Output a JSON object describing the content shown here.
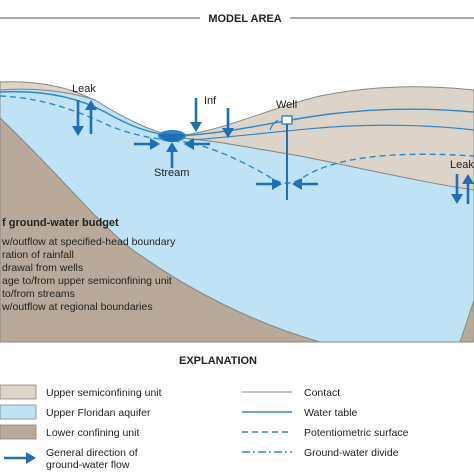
{
  "header": {
    "title": "MODEL AREA"
  },
  "cross_section": {
    "labels": {
      "leak_left": "Leak",
      "inf": "Inf",
      "well": "Well",
      "stream": "Stream",
      "leak_right": "Leak"
    }
  },
  "budget": {
    "title": "f ground-water budget",
    "items": [
      "w/outflow at specified-head boundary",
      "ration of rainfall",
      "drawal from wells",
      "age to/from upper semiconfining unit",
      "to/from streams",
      "w/outflow at regional boundaries"
    ]
  },
  "explanation": {
    "title": "EXPLANATION",
    "units": [
      {
        "label": "Upper semiconfining unit",
        "color": "#dcd4c8"
      },
      {
        "label": "Upper Floridan aquifer",
        "color": "#bfe3f5"
      },
      {
        "label": "Lower confining unit",
        "color": "#b8a99a"
      }
    ],
    "flow_label_lines": [
      "General direction of",
      "ground-water flow"
    ],
    "lines": [
      {
        "label": "Contact",
        "style": "solid-thin"
      },
      {
        "label": "Water table",
        "style": "solid-blue"
      },
      {
        "label": "Potentiometric surface",
        "style": "dashed"
      },
      {
        "label": "Ground-water divide",
        "style": "dash-dot"
      }
    ]
  },
  "colors": {
    "aquifer": "#bfe3f5",
    "semiconfining": "#dcd4c8",
    "lower_confining": "#b8a99a",
    "arrow": "#1f6fb5",
    "line_blue": "#2d87c9"
  }
}
